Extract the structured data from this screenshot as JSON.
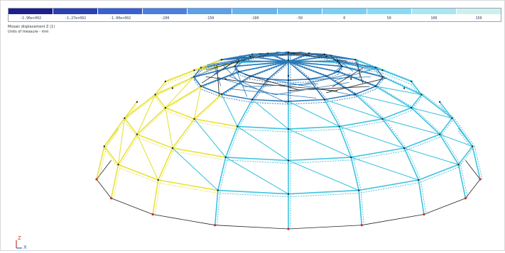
{
  "window": {
    "info_lines": [
      "Mosaic displacement Z (1)",
      "Units of measure - mm"
    ]
  },
  "scale": {
    "labels": [
      "-1.96e+002",
      "-1.27e+002",
      "-1.00e+002",
      "-200",
      "-150",
      "-100",
      "-50",
      "0",
      "50",
      "100",
      "150"
    ],
    "colors": [
      "#1d1f8a",
      "#2a3fb0",
      "#3a5fd0",
      "#4a7fe0",
      "#5aa0ea",
      "#63b6ef",
      "#6cc5f2",
      "#76d1f4",
      "#86dcf4",
      "#a8e6f1",
      "#cdf0ec"
    ]
  },
  "axes": {
    "x": "X",
    "z": "Z"
  },
  "colors": {
    "beam_cyan": "#3ec3e0",
    "beam_blue": "#2b78b8",
    "beam_yellow": "#e8e23a",
    "beam_dark": "#222222",
    "node_red": "#cc2a2a"
  }
}
